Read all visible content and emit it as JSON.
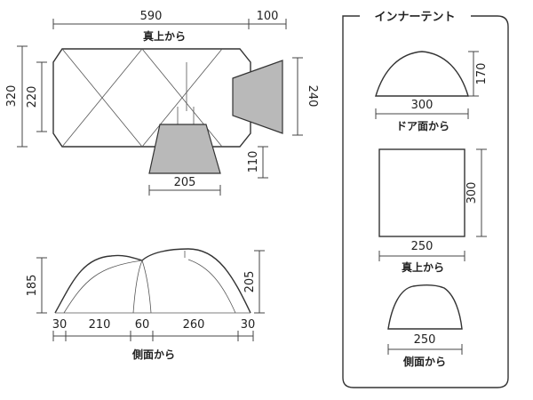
{
  "top_view": {
    "width_main": "590",
    "width_ext": "100",
    "label": "真上から",
    "height_outer": "320",
    "height_inner": "220",
    "height_right": "240",
    "door_depth": "110",
    "door_width": "205"
  },
  "side_view": {
    "label": "側面から",
    "height_left": "185",
    "height_right": "205",
    "seg_1": "30",
    "seg_2": "210",
    "seg_3": "60",
    "seg_4": "260",
    "seg_5": "30"
  },
  "inner_tent": {
    "title": "インナーテント",
    "door_view": {
      "label": "ドア面から",
      "width": "300",
      "height": "170"
    },
    "top_view": {
      "label": "真上から",
      "width": "250",
      "height": "300"
    },
    "side_view": {
      "label": "側面から",
      "width": "250"
    }
  }
}
